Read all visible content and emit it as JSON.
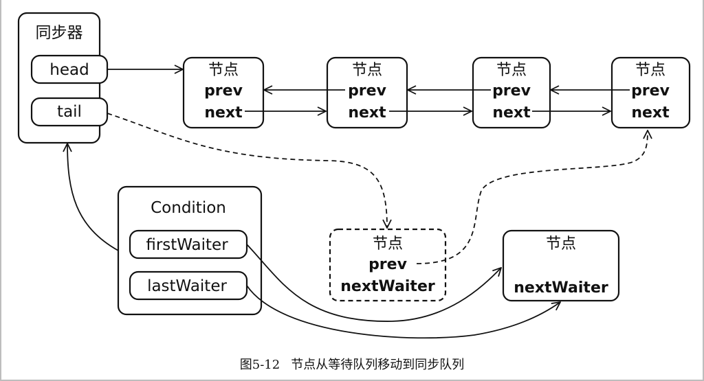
{
  "sync": {
    "title": "同步器",
    "head": "head",
    "tail": "tail"
  },
  "queue_nodes": [
    {
      "title": "节点",
      "prev": "prev",
      "next": "next"
    },
    {
      "title": "节点",
      "prev": "prev",
      "next": "next"
    },
    {
      "title": "节点",
      "prev": "prev",
      "next": "next"
    },
    {
      "title": "节点",
      "prev": "prev",
      "next": "next"
    }
  ],
  "condition": {
    "title": "Condition",
    "first": "firstWaiter",
    "last": "lastWaiter"
  },
  "moving_node": {
    "title": "节点",
    "prev": "prev",
    "next_waiter": "nextWaiter"
  },
  "waiter_node": {
    "title": "节点",
    "next_waiter": "nextWaiter"
  },
  "caption": {
    "number": "图5-12",
    "text": "节点从等待队列移动到同步队列"
  }
}
